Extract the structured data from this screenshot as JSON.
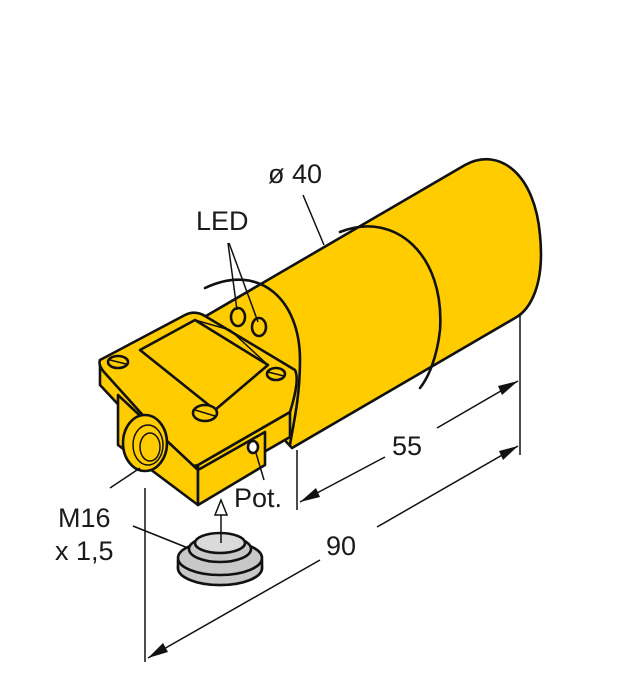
{
  "drawing": {
    "subject": "Cylindrical inductive sensor with terminal chamber",
    "body_color": "#FFCC00",
    "cap_color": "#C8C8C8",
    "labels": {
      "diameter": "ø 40",
      "led": "LED",
      "dim_short": "55",
      "dim_long": "90",
      "pot": "Pot.",
      "thread_line1": "M16",
      "thread_line2": "x 1,5"
    }
  }
}
